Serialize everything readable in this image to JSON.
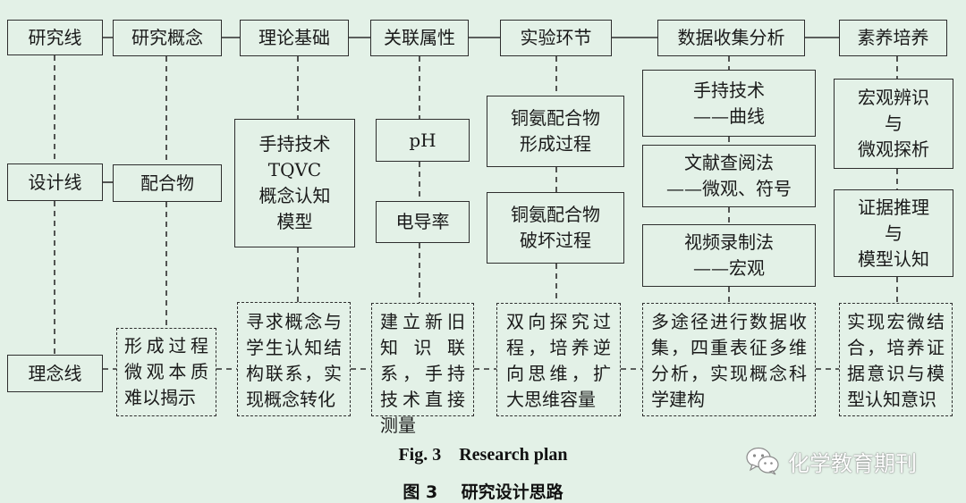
{
  "lanes": {
    "research_line": "研究线",
    "design_line": "设计线",
    "concept_line": "理念线"
  },
  "header": {
    "research_concept": "研究概念",
    "theory_basis": "理论基础",
    "associated_attributes": "关联属性",
    "experiment_steps": "实验环节",
    "data_analysis": "数据收集分析",
    "literacy": "素养培养"
  },
  "design": {
    "complex": "配合物",
    "theory": "手持技术\nTQVC\n概念认知\n模型",
    "ph": "pH",
    "conductivity": "电导率",
    "formation": "铜氨配合物\n形成过程",
    "destruction": "铜氨配合物\n破坏过程",
    "curve": "手持技术\n——曲线",
    "literature": "文献查阅法\n——微观、符号",
    "video": "视频录制法\n——宏观",
    "macro_micro": "宏观辨识\n与\n微观探析",
    "evidence": "证据推理\n与\n模型认知"
  },
  "concept": {
    "c1": "形成过程微观本质难以揭示",
    "c2": "寻求概念与学生认知结构联系，实现概念转化",
    "c3": "建立新旧知识联系，手持技术直接测量",
    "c4": "双向探究过程，培养逆向思维，扩大思维容量",
    "c5": "多途径进行数据收集，四重表征多维分析，实现概念科学建构",
    "c6": "实现宏微结合，培养证据意识与模型认知意识"
  },
  "caption": {
    "en": "Fig. 3    Research plan",
    "zh": "图 3    研究设计思路"
  },
  "watermark": {
    "text": "化学教育期刊",
    "icon": "wechat-icon"
  },
  "colors": {
    "background": "#e3f1e7",
    "stroke": "#2e2e2e"
  }
}
